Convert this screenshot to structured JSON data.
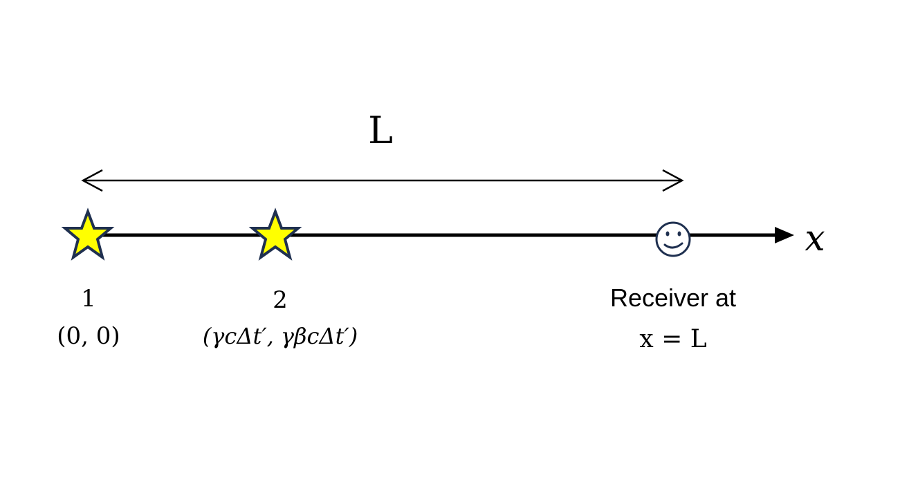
{
  "diagram": {
    "axis_label": "x",
    "distance_label": "L",
    "events": [
      {
        "number": "1",
        "coords": "(0, 0)"
      },
      {
        "number": "2",
        "coords": "(γcΔt′, γβcΔt′)"
      }
    ],
    "receiver": {
      "label_line1": "Receiver at",
      "label_line2": "x = L"
    },
    "colors": {
      "star_fill": "#FFFF00",
      "star_stroke": "#1F3050",
      "line": "#000000",
      "smiley_stroke": "#1F3050"
    }
  }
}
